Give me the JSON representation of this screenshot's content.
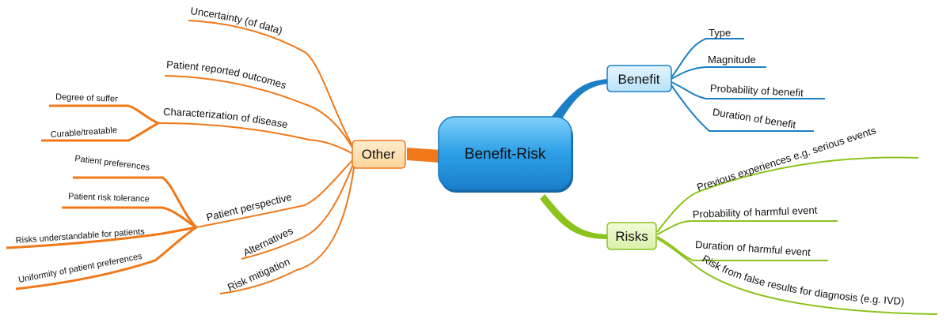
{
  "central": {
    "label": "Benefit-Risk"
  },
  "benefit": {
    "label": "Benefit",
    "color": "#1a7fc4",
    "items": [
      "Type",
      "Magnitude",
      "Probability of benefit",
      "Duration of benefit"
    ]
  },
  "risks": {
    "label": "Risks",
    "color": "#8cc21c",
    "items": [
      "Previous experiences e.g. serious events",
      "Probability of harmful event",
      "Duration of harmful event",
      "Risk from false results for diagnosis (e.g. IVD)"
    ]
  },
  "other": {
    "label": "Other",
    "color": "#f07818",
    "uncertainty": "Uncertainty (of data)",
    "pro": "Patient reported outcomes",
    "disease": {
      "label": "Characterization of disease",
      "items": [
        "Degree of suffer",
        "Curable/treatable"
      ]
    },
    "perspective": {
      "label": "Patient perspective",
      "items": [
        "Patient preferences",
        "Patient risk tolerance",
        "Risks understandable for patients",
        "Uniformity of patient preferences"
      ]
    },
    "alternatives": "Alternatives",
    "mitigation": "Risk mitigation"
  }
}
